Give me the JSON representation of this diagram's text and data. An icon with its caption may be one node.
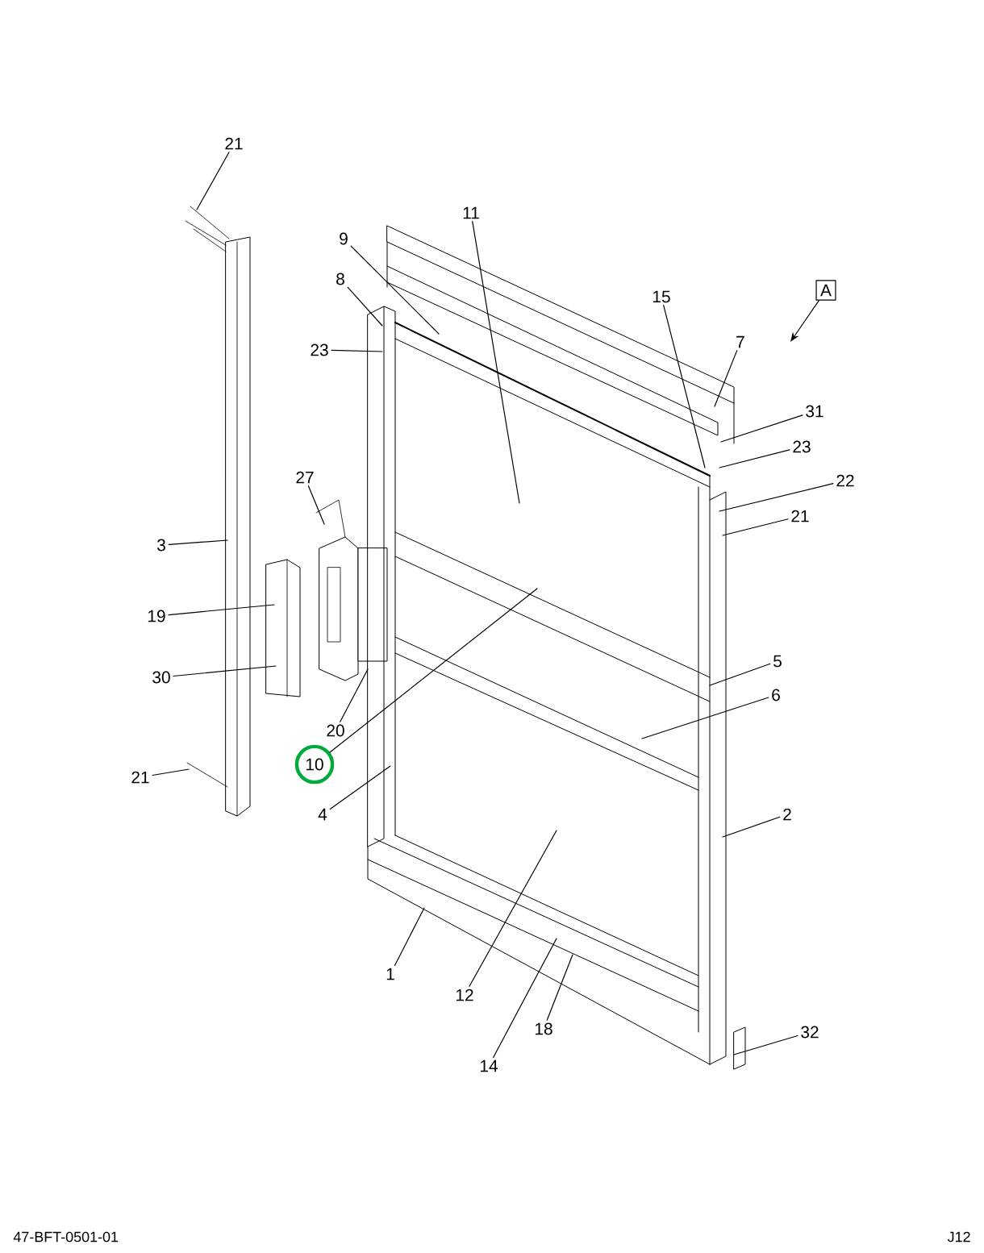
{
  "diagram": {
    "nodes": [
      {
        "text": [
          "21"
        ]
      },
      {
        "text": [
          "9"
        ]
      },
      {
        "text": [
          "11"
        ]
      },
      {
        "text": [
          "8"
        ]
      },
      {
        "text": [
          "15"
        ]
      },
      {
        "text": [
          "A"
        ]
      },
      {
        "text": [
          "7"
        ]
      },
      {
        "text": [
          "23"
        ]
      },
      {
        "text": [
          "31"
        ]
      },
      {
        "text": [
          "23"
        ]
      },
      {
        "text": [
          "22"
        ]
      },
      {
        "text": [
          "21"
        ]
      },
      {
        "text": [
          "27"
        ]
      },
      {
        "text": [
          "3"
        ]
      },
      {
        "text": [
          "19"
        ]
      },
      {
        "text": [
          "30"
        ]
      },
      {
        "text": [
          "20"
        ]
      },
      {
        "text": [
          "10"
        ]
      },
      {
        "text": [
          "4"
        ]
      },
      {
        "text": [
          "5"
        ]
      },
      {
        "text": [
          "6"
        ]
      },
      {
        "text": [
          "21"
        ]
      },
      {
        "text": [
          "2"
        ]
      },
      {
        "text": [
          "1"
        ]
      },
      {
        "text": [
          "12"
        ]
      },
      {
        "text": [
          "14"
        ]
      },
      {
        "text": [
          "18"
        ]
      },
      {
        "text": [
          "32"
        ]
      }
    ],
    "edges": [
      {
        "from": 0,
        "to": null,
        "arrow": "none"
      },
      {
        "from": 1,
        "to": null,
        "arrow": "none"
      },
      {
        "from": 2,
        "to": null,
        "arrow": "none"
      },
      {
        "from": 3,
        "to": null,
        "arrow": "none"
      },
      {
        "from": 4,
        "to": null,
        "arrow": "none"
      },
      {
        "from": 5,
        "to": null,
        "arrow": "to"
      },
      {
        "from": 6,
        "to": null,
        "arrow": "none"
      },
      {
        "from": 7,
        "to": null,
        "arrow": "none"
      },
      {
        "from": 8,
        "to": null,
        "arrow": "none"
      },
      {
        "from": 9,
        "to": null,
        "arrow": "none"
      },
      {
        "from": 10,
        "to": null,
        "arrow": "none"
      },
      {
        "from": 11,
        "to": null,
        "arrow": "none"
      },
      {
        "from": 12,
        "to": null,
        "arrow": "none"
      },
      {
        "from": 13,
        "to": null,
        "arrow": "none"
      },
      {
        "from": 14,
        "to": null,
        "arrow": "none"
      },
      {
        "from": 15,
        "to": null,
        "arrow": "none"
      },
      {
        "from": 16,
        "to": null,
        "arrow": "none"
      },
      {
        "from": 17,
        "to": null,
        "arrow": "none"
      },
      {
        "from": 18,
        "to": null,
        "arrow": "none"
      },
      {
        "from": 19,
        "to": null,
        "arrow": "none"
      },
      {
        "from": 20,
        "to": null,
        "arrow": "none"
      },
      {
        "from": 21,
        "to": null,
        "arrow": "none"
      },
      {
        "from": 22,
        "to": null,
        "arrow": "none"
      },
      {
        "from": 23,
        "to": null,
        "arrow": "none"
      },
      {
        "from": 24,
        "to": null,
        "arrow": "none"
      },
      {
        "from": 25,
        "to": null,
        "arrow": "none"
      },
      {
        "from": 26,
        "to": null,
        "arrow": "none"
      },
      {
        "from": 27,
        "to": null,
        "arrow": "none"
      }
    ],
    "labels": [
      "47-BFT-0501-01",
      "J12"
    ]
  }
}
